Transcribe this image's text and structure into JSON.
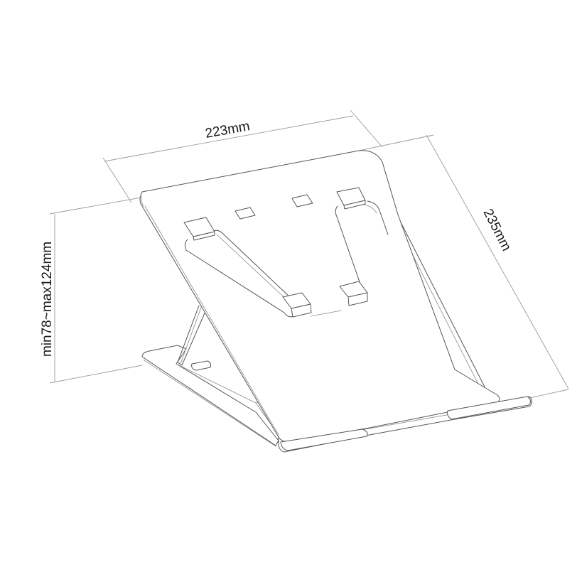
{
  "figure": {
    "subject": "Foldable laptop stand line drawing",
    "dimensions": {
      "width": "223mm",
      "depth": "235mm",
      "height": "min78~max124mm"
    },
    "colors": {
      "background": "#ffffff",
      "line": "#555555",
      "dimension_line": "#9a9a9a",
      "text": "#1a1a1a"
    }
  }
}
